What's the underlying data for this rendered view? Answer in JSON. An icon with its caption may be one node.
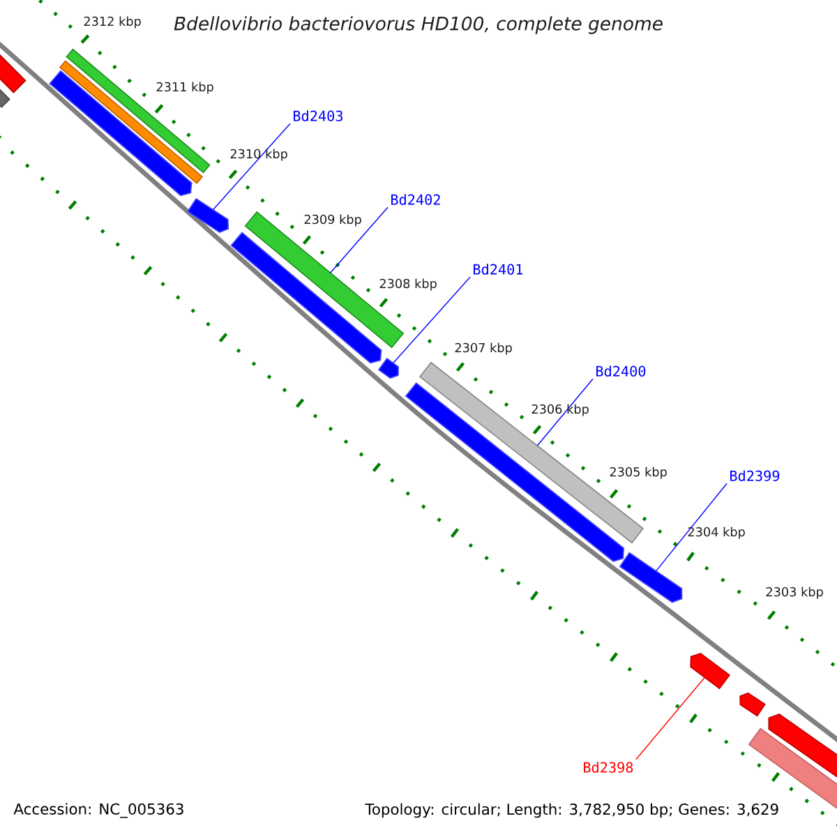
{
  "diagram": {
    "title": "Bdellovibrio bacteriovorus HD100, complete genome",
    "nodes": [
      {
        "text": [],
        "shape": "bar"
      },
      {
        "text": [],
        "shape": "bar"
      },
      {
        "text": [],
        "shape": "bar"
      },
      {
        "text": [],
        "shape": "bar"
      },
      {
        "text": [],
        "shape": "bar"
      },
      {
        "text": [],
        "shape": "bar"
      },
      {
        "text": [],
        "shape": "bar"
      },
      {
        "text": [],
        "shape": "bar"
      },
      {
        "text": [],
        "shape": "bar"
      },
      {
        "text": [],
        "shape": "bar"
      },
      {
        "text": [],
        "shape": "bar"
      },
      {
        "text": [],
        "shape": "bar"
      },
      {
        "text": [],
        "shape": "bar"
      },
      {
        "text": [],
        "shape": "bar"
      },
      {
        "text": [],
        "shape": "bar"
      },
      {
        "text": [],
        "shape": "bar"
      },
      {
        "text": [
          "Bd2403"
        ]
      },
      {
        "text": [
          "Bd2402"
        ]
      },
      {
        "text": [
          "Bd2401"
        ]
      },
      {
        "text": [
          "Bd2400"
        ]
      },
      {
        "text": [
          "Bd2399"
        ]
      },
      {
        "text": [
          "Bd2398"
        ]
      }
    ],
    "edges": [
      {
        "from": 16,
        "to": 5,
        "arrow": "none"
      },
      {
        "from": 17,
        "to": 6,
        "arrow": "none"
      },
      {
        "from": 18,
        "to": 8,
        "arrow": "none"
      },
      {
        "from": 19,
        "to": 9,
        "arrow": "none"
      },
      {
        "from": 20,
        "to": 11,
        "arrow": "none"
      },
      {
        "from": 21,
        "to": 12,
        "arrow": "none",
        "color": "#ff0000"
      }
    ],
    "labels": [
      "2312 kbp",
      "2311 kbp",
      "2310 kbp",
      "2309 kbp",
      "2308 kbp",
      "2307 kbp",
      "2306 kbp",
      "2305 kbp",
      "2304 kbp",
      "2303 kbp",
      "Accession: NC_005363",
      "Topology: circular; Length: 3,782,950 bp; Genes: 3,629"
    ]
  }
}
